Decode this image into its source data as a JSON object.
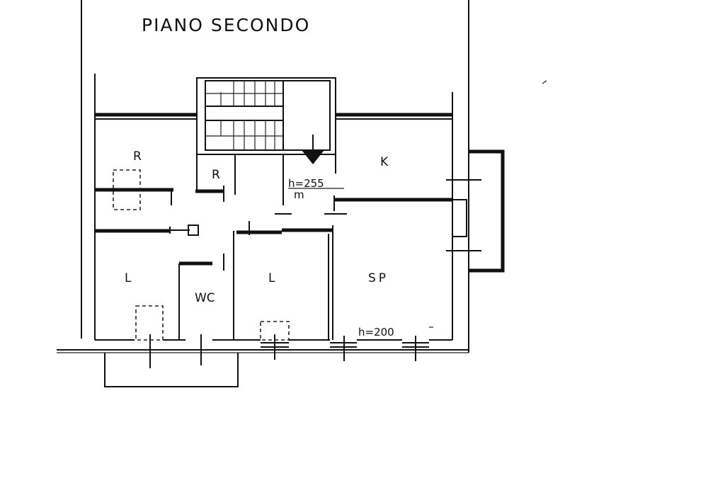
{
  "title": "PIANO SECONDO",
  "rooms": {
    "r_left": "R",
    "r_small": "R",
    "k": "K",
    "l_left": "L",
    "wc": "WC",
    "l_mid": "L",
    "sp": "SP"
  },
  "notes": {
    "height_hall": "h=255",
    "height_hall_unit": "m",
    "height_sp": "h=200"
  }
}
